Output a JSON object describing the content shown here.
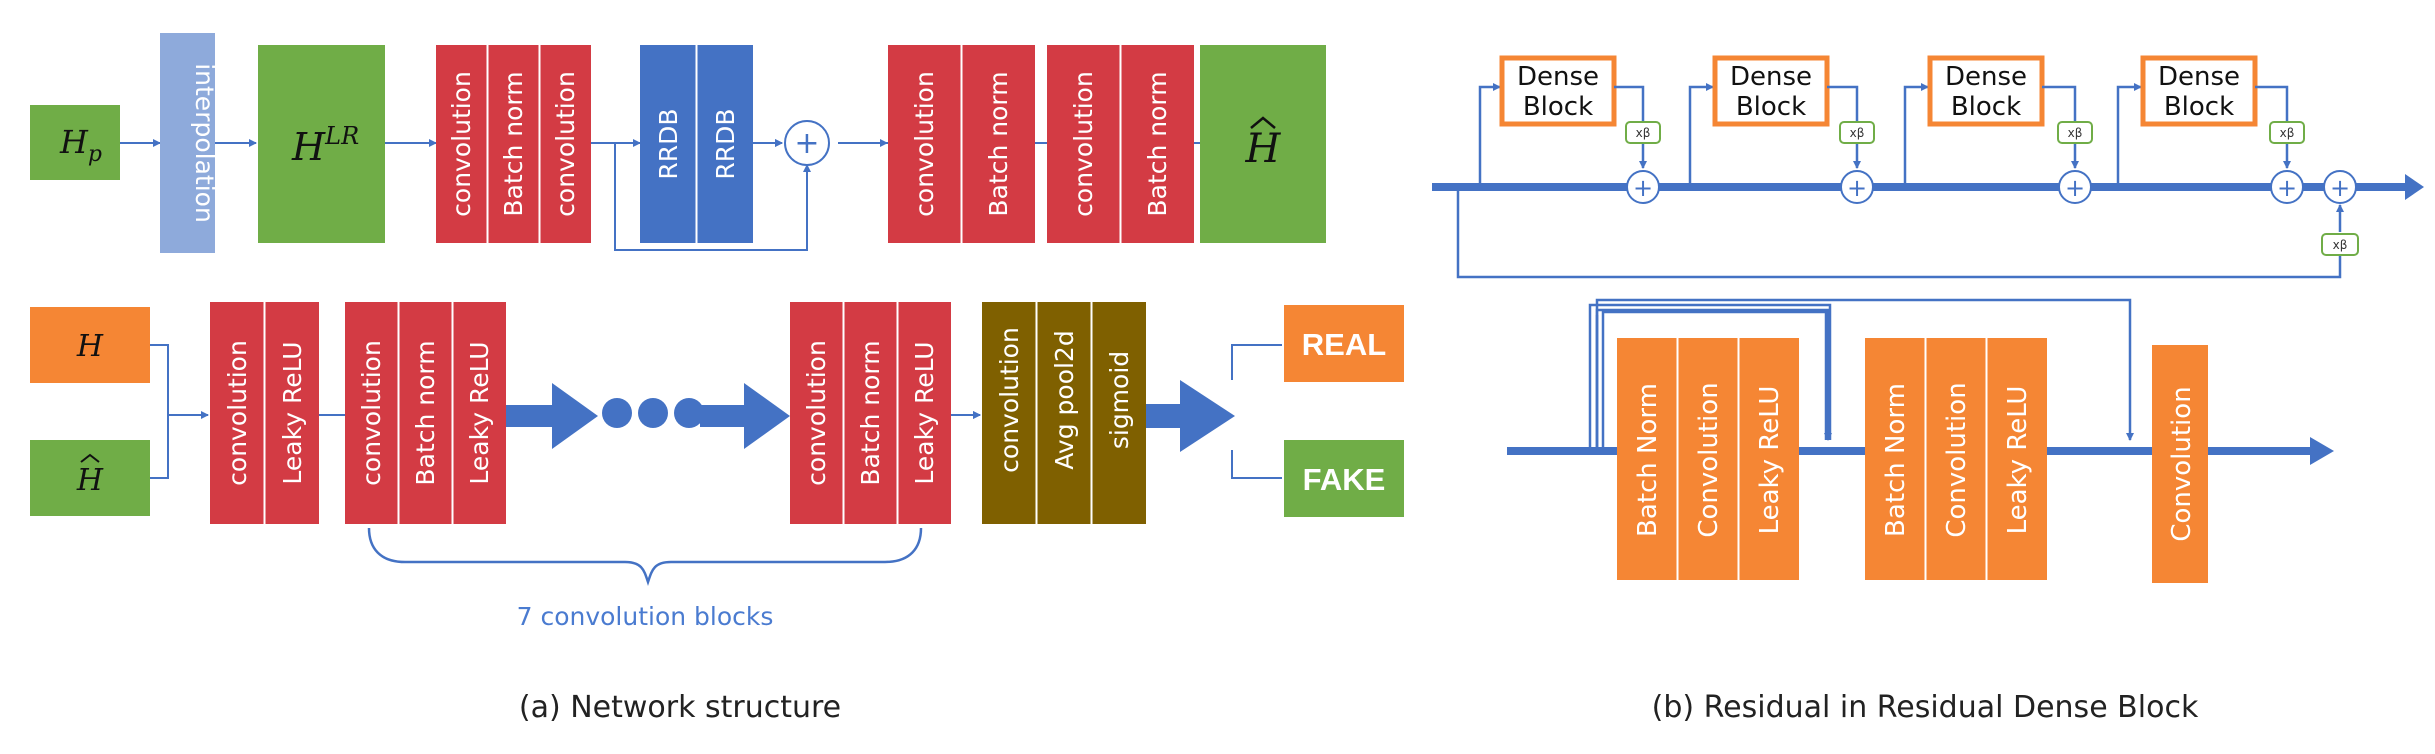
{
  "colors": {
    "red": "#d33b44",
    "green": "#70ad47",
    "orange": "#f58634",
    "blue": "#4472c4",
    "light_blue": "#8eaadb",
    "olive": "#7f6000",
    "arrow": "#4472c4"
  },
  "generator": {
    "input": "H",
    "input_sub": "p",
    "interpolation": "interpolation",
    "lr": "H",
    "lr_sup": "LR",
    "block1": [
      "convolution",
      "Batch norm",
      "convolution"
    ],
    "rrdb": [
      "RRDB",
      "RRDB"
    ],
    "plus": "+",
    "block2": [
      "convolution",
      "Batch norm"
    ],
    "block3": [
      "convolution",
      "Batch norm"
    ],
    "output": "H"
  },
  "discriminator": {
    "input_real": "H",
    "input_fake": "H",
    "block1": [
      "convolution",
      "Leaky ReLU"
    ],
    "block2": [
      "convolution",
      "Batch norm",
      "Leaky ReLU"
    ],
    "block3": [
      "convolution",
      "Batch norm",
      "Leaky ReLU"
    ],
    "block4": [
      "convolution",
      "Avg pool2d",
      "sigmoid"
    ],
    "brace_label": "7 convolution blocks",
    "out_real": "REAL",
    "out_fake": "FAKE"
  },
  "rrdb_panel": {
    "dense_blocks": [
      {
        "line1": "Dense",
        "line2": "Block"
      },
      {
        "line1": "Dense",
        "line2": "Block"
      },
      {
        "line1": "Dense",
        "line2": "Block"
      },
      {
        "line1": "Dense",
        "line2": "Block"
      }
    ],
    "scale_badge": "xβ",
    "plus": "+",
    "block_a": [
      "Batch Norm",
      "Convolution",
      "Leaky ReLU"
    ],
    "block_b": [
      "Batch Norm",
      "Convolution",
      "Leaky ReLU"
    ],
    "block_c": [
      "Convolution"
    ]
  },
  "captions": {
    "left": "(a) Network structure",
    "right": "(b) Residual in Residual Dense Block"
  }
}
